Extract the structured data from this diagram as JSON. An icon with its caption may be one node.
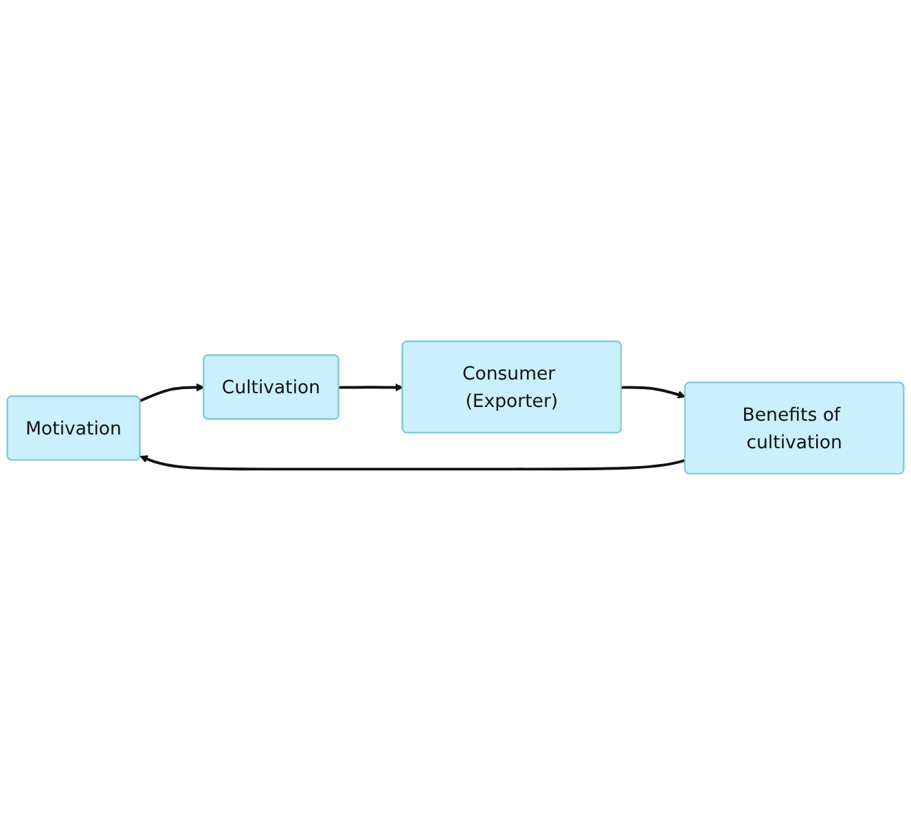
{
  "diagram": {
    "nodes": [
      {
        "text": [
          "Motivation"
        ]
      },
      {
        "text": [
          "Cultivation"
        ]
      },
      {
        "text": [
          "Consumer (Exporter)"
        ]
      },
      {
        "text": [
          "Benefits of cultivation"
        ]
      }
    ],
    "edges": [
      {
        "from": 0,
        "to": 1,
        "arrow": "to"
      },
      {
        "from": 1,
        "to": 2,
        "arrow": "to"
      },
      {
        "from": 2,
        "to": 3,
        "arrow": "to"
      },
      {
        "from": 3,
        "to": 0,
        "arrow": "to"
      }
    ]
  }
}
